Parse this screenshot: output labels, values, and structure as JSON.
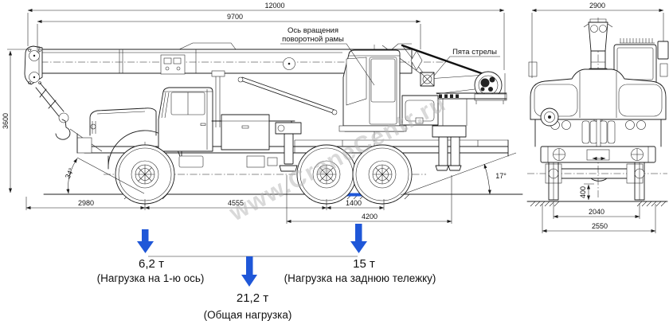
{
  "side_view": {
    "dim_total_length": "12000",
    "dim_boom_length": "9700",
    "dim_height": "3600",
    "dim_front_overhang": "2980",
    "dim_wheelbase": "4555",
    "dim_bogie_base": "1400",
    "dim_outrigger_base": "4200",
    "angle_front": "34°",
    "angle_rear": "17°",
    "label_rotation_axis_line1": "Ось вращения",
    "label_rotation_axis_line2": "поворотной рамы",
    "label_boom_heel": "Пята стрелы"
  },
  "front_view": {
    "dim_width_top": "2900",
    "dim_clearance": "400",
    "dim_track": "2040",
    "dim_width_bottom": "2550"
  },
  "loads": {
    "front_axle_value": "6,2 т",
    "front_axle_caption": "(Нагрузка на 1-ю ось)",
    "rear_bogie_value": "15 т",
    "rear_bogie_caption": "(Нагрузка на заднюю тележку)",
    "total_value": "21,2 т",
    "total_caption": "(Общая нагрузка)"
  },
  "watermark": "www.CraneCentr.ru",
  "colors": {
    "line": "#1c1c1c",
    "load_accent": "#1f57d8",
    "watermark": "#b4b4b4"
  }
}
